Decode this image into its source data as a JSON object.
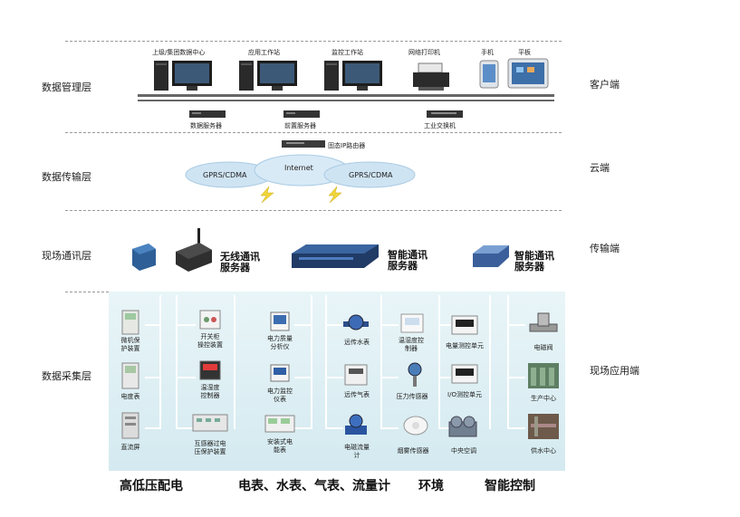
{
  "layers": {
    "data_management": "数据管理层",
    "data_transmission": "数据传输层",
    "field_communication": "现场通讯层",
    "data_collection": "数据采集层"
  },
  "sides": {
    "client": "客户端",
    "cloud": "云端",
    "transmission": "传输端",
    "field_app": "现场应用端"
  },
  "top_devices": {
    "group_dc": "上级/集团数据中心",
    "app_workstation": "应用工作站",
    "monitor_workstation": "监控工作站",
    "network_printer": "网络打印机",
    "phone": "手机",
    "tablet": "平板",
    "data_server": "数据服务器",
    "frontend_server": "前置服务器",
    "industrial_switch": "工业交换机",
    "router": "固态IP路由器"
  },
  "cloud": {
    "gprs_left": "GPRS/CDMA",
    "internet": "Internet",
    "gprs_right": "GPRS/CDMA"
  },
  "field_comm": {
    "wireless_server": "无线通讯\n服务器",
    "smart_server_1": "智能通讯\n服务器",
    "smart_server_2": "智能通讯\n服务器"
  },
  "collection": {
    "col1": [
      "微机保\n护装置",
      "电度表",
      "直流屏"
    ],
    "col2": [
      "开关柜\n操控装置",
      "温湿度\n控制器",
      "互感器过电\n压保护装置"
    ],
    "col3": [
      "电力质量\n分析仪",
      "电力监控\n仪表",
      "安装式电\n能表"
    ],
    "col4": [
      "远传水表",
      "远传气表",
      "电磁流量\n计"
    ],
    "col5": [
      "温湿度控\n制器",
      "压力传感器",
      "烟雾传感器"
    ],
    "col6": [
      "电量测控单元",
      "I/O测控单元",
      "中央空调"
    ],
    "col7": [
      "电磁阀",
      "生产中心",
      "供水中心"
    ]
  },
  "bottom": {
    "high_low_voltage": "高低压配电",
    "meters": "电表、水表、气表、流量计",
    "environment": "环境",
    "smart_control": "智能控制"
  }
}
